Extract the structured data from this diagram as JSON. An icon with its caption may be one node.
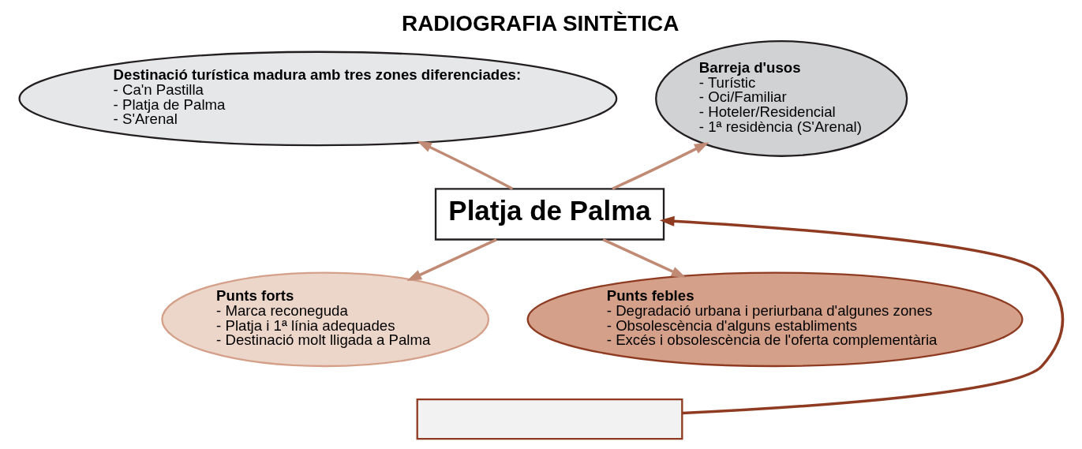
{
  "diagram": {
    "title": "RADIOGRAFIA SINTÈTICA",
    "nodes": [
      {
        "text": [
          "Platja de Palma"
        ]
      },
      {
        "text": [
          "Destinació turística madura amb tres zones diferenciades:",
          "- Ca'n Pastilla",
          "- Platja de Palma",
          "- S'Arenal"
        ]
      },
      {
        "text": [
          "Barreja d'usos",
          "- Turístic",
          "- Oci/Familiar",
          "- Hoteler/Residencial",
          "- 1ª residència (S'Arenal)"
        ]
      },
      {
        "text": [
          "Punts forts",
          "- Marca reconeguda",
          "- Platja i 1ª línia adequades",
          "- Destinació molt lligada a Palma"
        ]
      },
      {
        "text": [
          "Punts febles",
          "- Degradació urbana i periurbana d'algunes zones",
          "- Obsolescència d'alguns establiments",
          "- Excés i obsolescència de l'oferta complementària"
        ]
      },
      {
        "text": [],
        "shape": "box"
      }
    ],
    "edges": [
      {
        "from": 0,
        "to": 1,
        "arrow": "to"
      },
      {
        "from": 0,
        "to": 2,
        "arrow": "to"
      },
      {
        "from": 0,
        "to": 3,
        "arrow": "to"
      },
      {
        "from": 0,
        "to": 4,
        "arrow": "to"
      },
      {
        "from": 5,
        "to": 0,
        "arrow": "to",
        "color": "#8e3b22"
      }
    ]
  }
}
